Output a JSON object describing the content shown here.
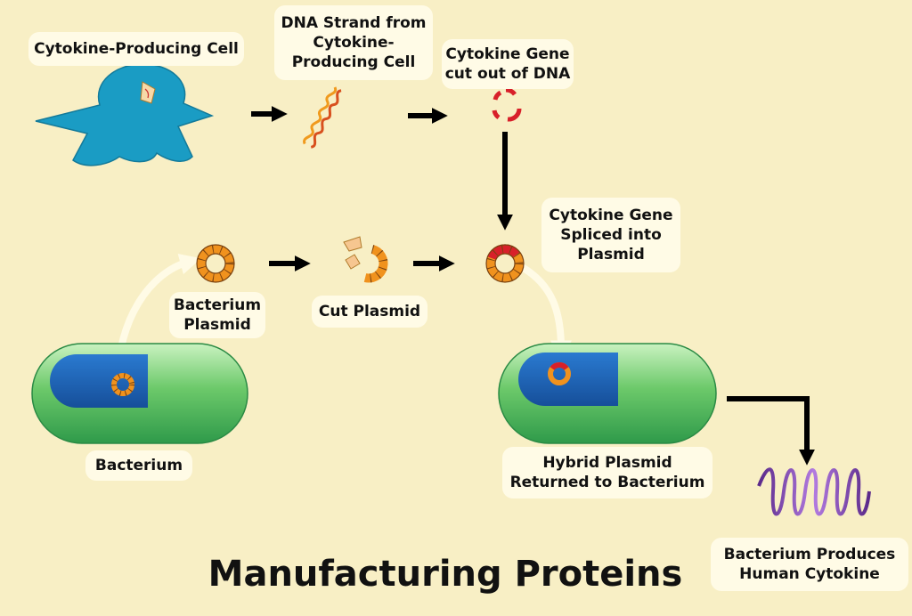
{
  "title": "Manufacturing Proteins",
  "labels": {
    "cytokine_cell": [
      "Cytokine-Producing Cell"
    ],
    "dna_strand": [
      "DNA Strand from",
      "Cytokine-",
      "Producing Cell"
    ],
    "gene_cut": [
      "Cytokine Gene",
      "cut out of DNA"
    ],
    "gene_spliced": [
      "Cytokine Gene",
      "Spliced into",
      "Plasmid"
    ],
    "bacterium_plasmid": [
      "Bacterium",
      "Plasmid"
    ],
    "cut_plasmid": [
      "Cut Plasmid"
    ],
    "bacterium": [
      "Bacterium"
    ],
    "hybrid_returned": [
      "Hybrid Plasmid",
      "Returned to Bacterium"
    ],
    "produces_cytokine": [
      "Bacterium Produces",
      "Human Cytokine"
    ]
  },
  "colors": {
    "background": "#f8efc5",
    "label_box": "#fffbe6",
    "cell": "#1a9cc4",
    "plasmid": "#f0921e",
    "gene": "#d8202a",
    "bacterium_body": "#7fd07a",
    "bacterium_inner": "#1a5fb0",
    "protein": "#8a4cc0",
    "arrow": "#000000"
  }
}
